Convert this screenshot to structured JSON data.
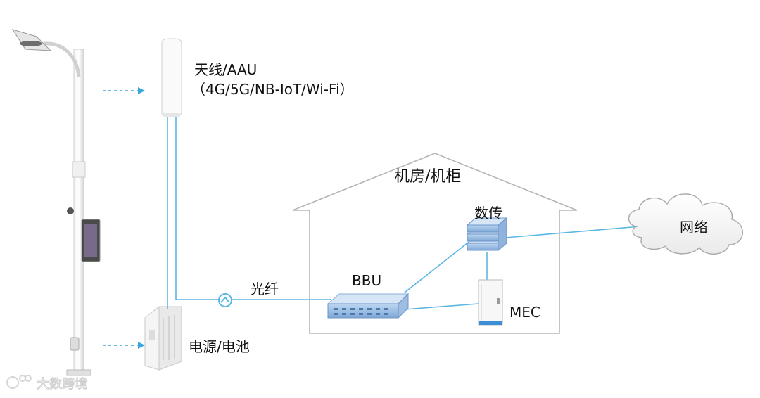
{
  "labels": {
    "antenna_line1": "天线/AAU",
    "antenna_line2": "（4G/5G/NB-IoT/Wi-Fi）",
    "room": "机房/机柜",
    "transmission": "数传",
    "network": "网络",
    "fiber": "光纤",
    "bbu": "BBU",
    "mec": "MEC",
    "power": "电源/电池",
    "watermark": "大数跨境"
  },
  "colors": {
    "link": "#5ab7e2",
    "arrow": "#3aa6db",
    "device_blue": "#8fb3dc",
    "outline": "#b5b5b5"
  },
  "icons": [
    "street-light-pole",
    "antenna-aau",
    "power-battery-cabinet",
    "bbu-rack",
    "transmission-stack",
    "mec-server",
    "network-cloud",
    "fiber-connector-icon"
  ]
}
